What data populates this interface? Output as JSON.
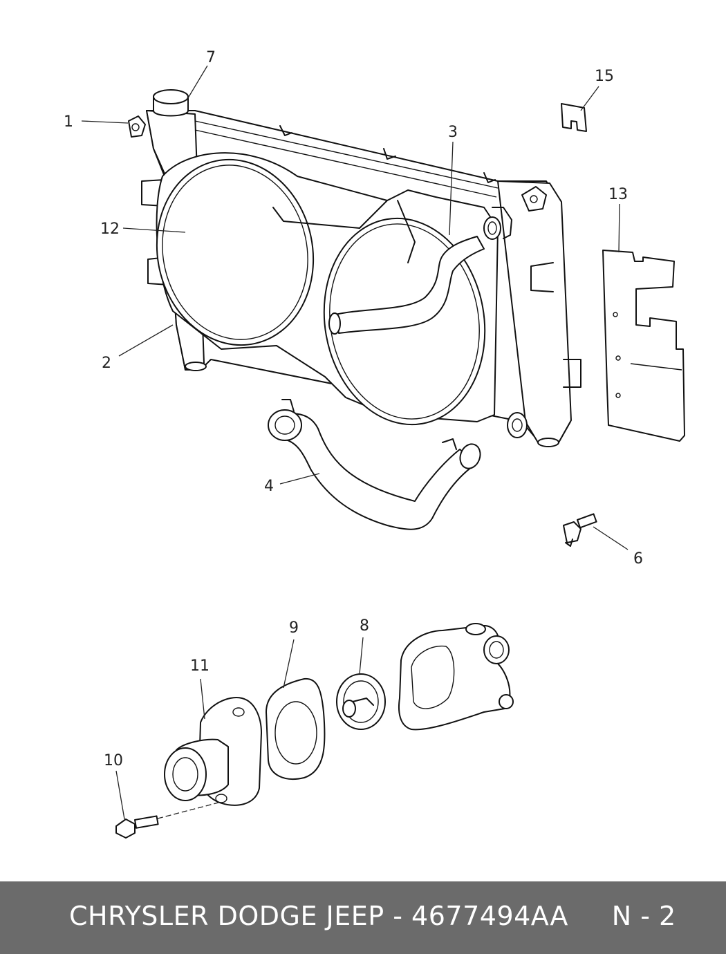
{
  "diagram": {
    "callouts": [
      {
        "id": "c1",
        "label": "1"
      },
      {
        "id": "c2",
        "label": "2"
      },
      {
        "id": "c3",
        "label": "3"
      },
      {
        "id": "c4",
        "label": "4"
      },
      {
        "id": "c6",
        "label": "6"
      },
      {
        "id": "c7",
        "label": "7"
      },
      {
        "id": "c8",
        "label": "8"
      },
      {
        "id": "c9",
        "label": "9"
      },
      {
        "id": "c10",
        "label": "10"
      },
      {
        "id": "c11",
        "label": "11"
      },
      {
        "id": "c12",
        "label": "12"
      },
      {
        "id": "c13",
        "label": "13"
      },
      {
        "id": "c15",
        "label": "15"
      }
    ]
  },
  "footer": {
    "text": "CHRYSLER DODGE JEEP - 4677494AA     N - 2",
    "background": "#6b6b6b",
    "color": "#ffffff"
  }
}
